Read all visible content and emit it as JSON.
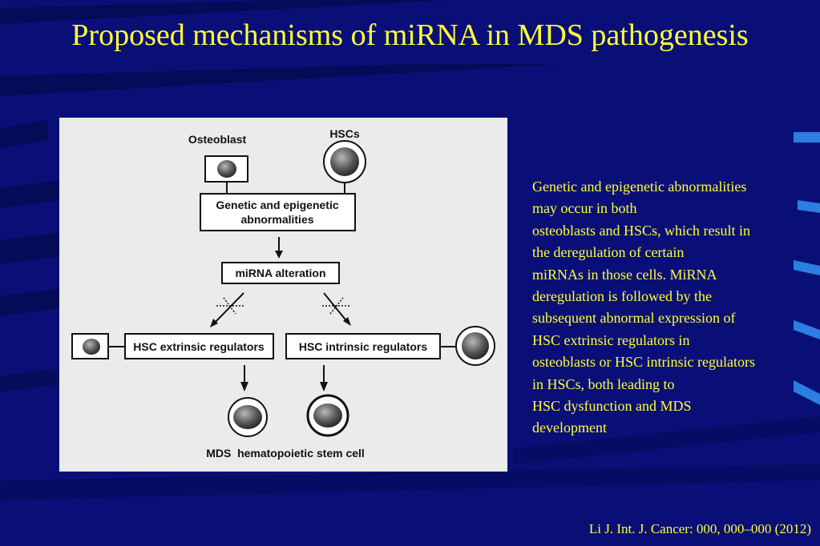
{
  "slide": {
    "title": "Proposed mechanisms of miRNA in MDS pathogenesis",
    "citation": "Li J. Int. J. Cancer: 000, 000–000 (2012)",
    "description_lines": [
      "Genetic and epigenetic abnormalities",
      "may occur in both",
      "osteoblasts and HSCs, which result in",
      "the deregulation of certain",
      "miRNAs in those cells. MiRNA",
      "deregulation is followed by the",
      "subsequent abnormal expression of",
      "HSC extrinsic regulators in",
      "osteoblasts or HSC intrinsic regulators",
      "in HSCs, both leading to",
      "HSC dysfunction and MDS",
      "development"
    ]
  },
  "diagram": {
    "osteoblast_label": "Osteoblast",
    "hscs_label": "HSCs",
    "genetic_box": [
      "Genetic and epigenetic",
      "abnormalities"
    ],
    "mirna_box": "miRNA alteration",
    "extrinsic_box": "HSC extrinsic regulators",
    "intrinsic_box": "HSC intrinsic regulators",
    "bottom_caption": "MDS  hematopoietic stem cell"
  },
  "colors": {
    "background": "#0a0f78",
    "text_accent": "#ffff33",
    "figure_bg": "#ebebeb"
  }
}
